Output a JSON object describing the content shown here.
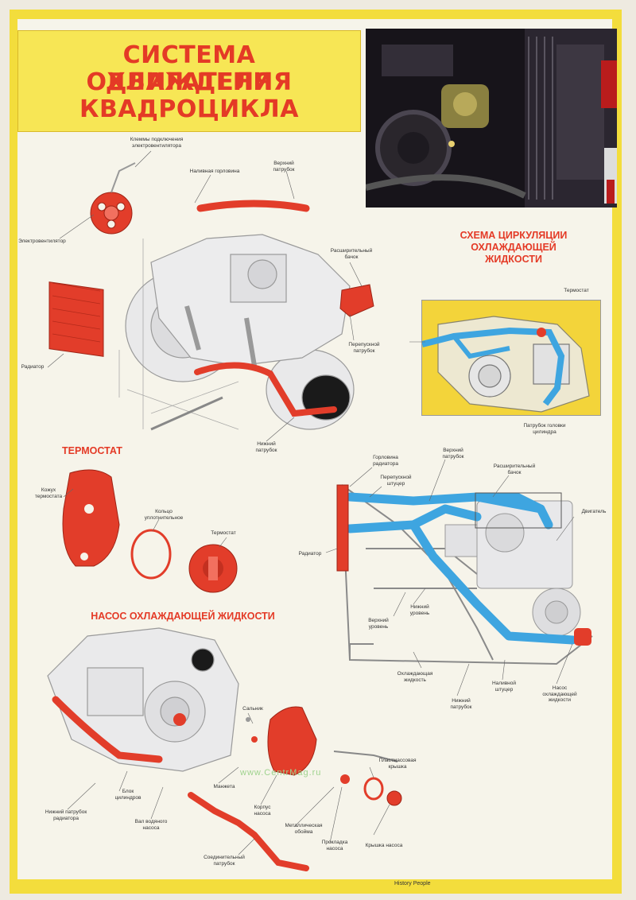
{
  "poster": {
    "title_lines": [
      "СИСТЕМА ОХЛАЖДЕНИЯ",
      "ДВИГАТЕЛЯ",
      "КВАДРОЦИКЛА"
    ],
    "sections": {
      "circulation": [
        "СХЕМА ЦИРКУЛЯЦИИ",
        "ОХЛАЖДАЮЩЕЙ",
        "ЖИДКОСТИ"
      ],
      "thermostat": "ТЕРМОСТАТ",
      "pump": "НАСОС ОХЛАЖДАЮЩЕЙ ЖИДКОСТИ"
    },
    "labels": {
      "fan_terminals": [
        "Клеммы подключения",
        "электровентилятора"
      ],
      "filler_neck": "Наливная горловина",
      "upper_hose": [
        "Верхний",
        "патрубок"
      ],
      "fan": "Электровентилятор",
      "expansion_tank": [
        "Расширительный",
        "бачок"
      ],
      "radiator": "Радиатор",
      "overflow_hose": [
        "Перепускной",
        "патрубок"
      ],
      "lower_hose": [
        "Нижний",
        "патрубок"
      ],
      "thermostat_small": "Термостат",
      "head_hose": [
        "Патрубок головки",
        "цилиндра"
      ],
      "thermostat_cover": [
        "Кожух",
        "термостата"
      ],
      "seal_ring": [
        "Кольцо",
        "уплотнительное"
      ],
      "thermostat": "Термостат",
      "radiator_neck": [
        "Горловина",
        "радиатора"
      ],
      "bypass_fitting": [
        "Перепускной",
        "штуцер"
      ],
      "upper_hose2": [
        "Верхний",
        "патрубок"
      ],
      "expansion_tank2": [
        "Расширительный",
        "бачок"
      ],
      "engine": "Двигатель",
      "radiator2": "Радиатор",
      "lower_level": [
        "Нижний",
        "уровень"
      ],
      "upper_level": [
        "Верхний",
        "уровень"
      ],
      "coolant": [
        "Охлаждающая",
        "жидкость"
      ],
      "lower_hose2": [
        "Нижний",
        "патрубок"
      ],
      "filler_fitting": [
        "Наливной",
        "штуцер"
      ],
      "coolant_pump": [
        "Насос",
        "охлаждающей",
        "жидкости"
      ],
      "seals": "Сальник",
      "cylinder_block": [
        "Блок",
        "цилиндров"
      ],
      "pump_shaft": [
        "Вал водяного",
        "насоса"
      ],
      "lower_radiator_hose": [
        "Нижний патрубок",
        "радиатора"
      ],
      "cuff": "Манжета",
      "pump_housing": [
        "Корпус",
        "насоса"
      ],
      "plastic_cover": [
        "Пластмассовая",
        "крышка"
      ],
      "metal_cover": [
        "Металлическая",
        "обойма"
      ],
      "pump_gasket": [
        "Прокладка",
        "насоса"
      ],
      "pump_cover": "Крышка насоса",
      "connecting_hose": [
        "Соединительный",
        "патрубок"
      ]
    },
    "watermark": "www.CentrMag.ru",
    "publisher": "History People",
    "colors": {
      "frame": "#f3dd3c",
      "title": "#e43a26",
      "part_red": "#e23d2a",
      "coolant_blue": "#3ea5e0"
    }
  }
}
